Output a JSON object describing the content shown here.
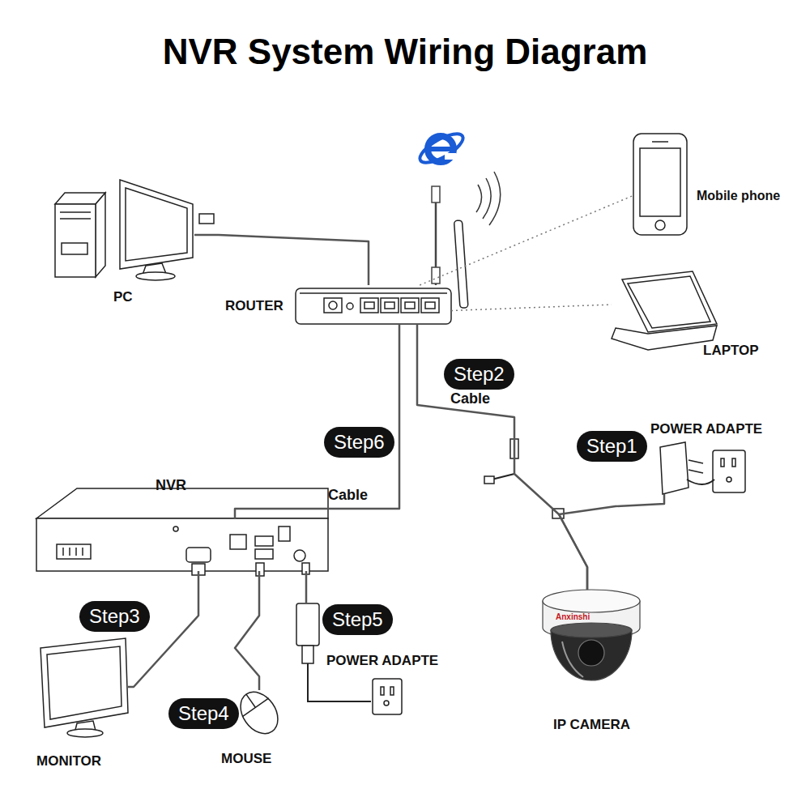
{
  "diagram": {
    "title": "NVR System Wiring Diagram",
    "nodes": [
      {
        "text": [
          "PC"
        ]
      },
      {
        "text": [
          "ROUTER"
        ]
      },
      {
        "text": [
          "Mobile phone"
        ]
      },
      {
        "text": [
          "LAPTOP"
        ]
      },
      {
        "text": [
          "POWER ADAPTE"
        ]
      },
      {
        "text": [
          "NVR"
        ]
      },
      {
        "text": [
          "POWER ADAPTE"
        ]
      },
      {
        "text": [
          "MONITOR"
        ]
      },
      {
        "text": [
          "MOUSE"
        ]
      },
      {
        "text": [
          "IP CAMERA"
        ]
      }
    ],
    "edges": [
      {
        "from": 0,
        "to": 1,
        "arrow": "none"
      },
      {
        "from": 1,
        "to": 2,
        "arrow": "none"
      },
      {
        "from": 1,
        "to": 3,
        "arrow": "none"
      },
      {
        "from": 1,
        "to": 5,
        "label": "Cable",
        "arrow": "none"
      },
      {
        "from": 1,
        "to": 9,
        "label": "Cable",
        "arrow": "none"
      },
      {
        "from": 4,
        "to": 9,
        "arrow": "none"
      },
      {
        "from": 5,
        "to": 7,
        "arrow": "none"
      },
      {
        "from": 5,
        "to": 8,
        "arrow": "none"
      },
      {
        "from": 5,
        "to": 6,
        "arrow": "none"
      }
    ],
    "labels": [
      "Step2",
      "Step6",
      "Step1",
      "Step3",
      "Step5",
      "Step4",
      "Anxinshi"
    ]
  }
}
